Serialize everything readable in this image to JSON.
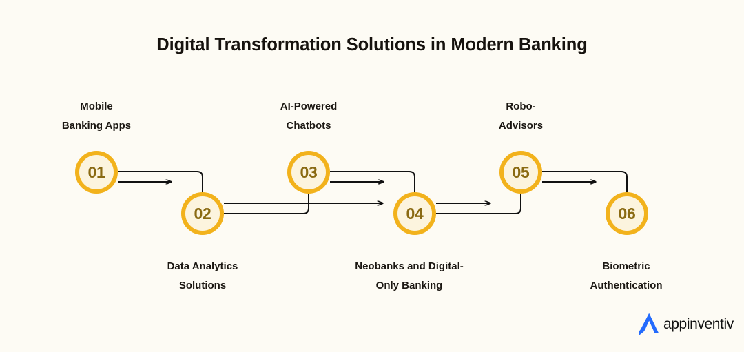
{
  "page": {
    "title": "Digital Transformation Solutions in Modern Banking",
    "background_color": "#FDFBF4"
  },
  "theme": {
    "ring_color": "#F2B21C",
    "node_fill": "#FCF4DE",
    "number_color": "#8A6A12",
    "connector_color": "#111111",
    "title_color": "#16120E",
    "label_color": "#1B1712",
    "logo_mark_color": "#246BFD"
  },
  "steps": [
    {
      "number": "01",
      "label_line1": "Mobile",
      "label_line2": "Banking Apps",
      "position": "top"
    },
    {
      "number": "02",
      "label_line1": "Data Analytics",
      "label_line2": "Solutions",
      "position": "bottom"
    },
    {
      "number": "03",
      "label_line1": "AI-Powered",
      "label_line2": "Chatbots",
      "position": "top"
    },
    {
      "number": "04",
      "label_line1": "Neobanks and Digital-",
      "label_line2": "Only Banking",
      "position": "bottom"
    },
    {
      "number": "05",
      "label_line1": "Robo-",
      "label_line2": "Advisors",
      "position": "top"
    },
    {
      "number": "06",
      "label_line1": "Biometric",
      "label_line2": "Authentication",
      "position": "bottom"
    }
  ],
  "brand": {
    "name": "appinventiv",
    "mark": "appinventiv-a-mark-icon"
  }
}
